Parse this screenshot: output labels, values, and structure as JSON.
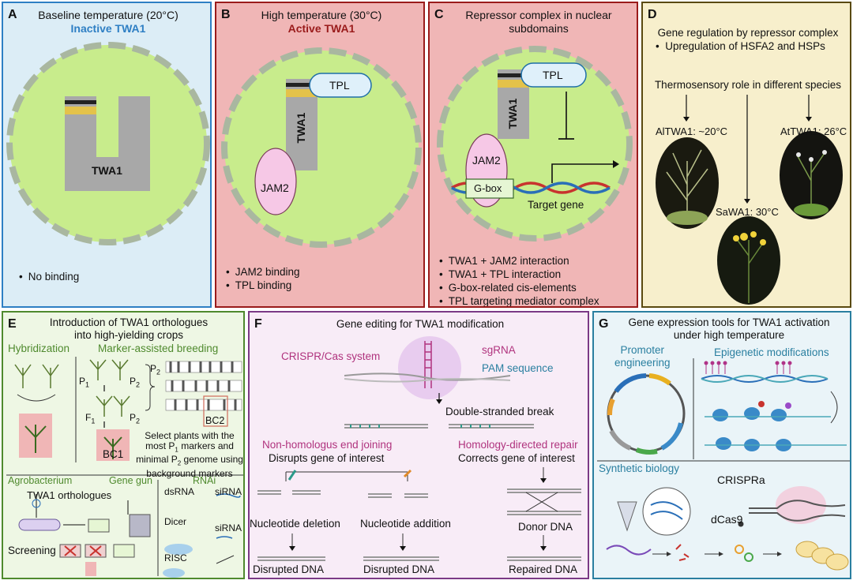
{
  "panelA": {
    "label": "A",
    "title": "Baseline temperature (20°C)",
    "subtitle": "Inactive TWA1",
    "protein": "TWA1",
    "bullets": [
      "No binding"
    ]
  },
  "panelB": {
    "label": "B",
    "title": "High temperature (30°C)",
    "subtitle": "Active TWA1",
    "protein": "TWA1",
    "tpl": "TPL",
    "jam2": "JAM2",
    "bullets": [
      "JAM2 binding",
      "TPL binding"
    ]
  },
  "panelC": {
    "label": "C",
    "title_line1": "Repressor complex in nuclear",
    "title_line2": "subdomains",
    "protein": "TWA1",
    "tpl": "TPL",
    "jam2": "JAM2",
    "gbox": "G-box",
    "target": "Target gene",
    "bullets": [
      "TWA1 + JAM2 interaction",
      "TWA1 + TPL interaction",
      "G-box-related cis-elements",
      "TPL targeting mediator complex"
    ]
  },
  "panelD": {
    "label": "D",
    "title": "Gene regulation by repressor complex",
    "bullet": "Upregulation of HSFA2 and HSPs",
    "sub": "Thermosensory role in different species",
    "left": "AlTWA1: ~20°C",
    "right": "AtTWA1: 26°C",
    "bottom": "SaWA1: 30°C"
  },
  "panelE": {
    "label": "E",
    "title_line1": "Introduction of TWA1 orthologues",
    "title_line2": "into high-yielding crops",
    "hybrid": "Hybridization",
    "mab": "Marker-assisted breeding",
    "p1": "P",
    "p2": "P",
    "f1": "F",
    "bc1": "BC1",
    "bc2": "BC2",
    "select_line1": "Select plants with the",
    "select_line2": "most P",
    "select_line2b": " markers and",
    "select_line3": "minimal P",
    "select_line3b": " genome using",
    "select_line4": "background markers",
    "agro": "Agrobacterium",
    "gun": "Gene gun",
    "rnai": "RNAi",
    "orth": "TWA1 orthologues",
    "dsrna": "dsRNA",
    "sirna1": "siRNA",
    "dicer": "Dicer",
    "sirna2": "siRNA",
    "risc": "RISC",
    "screening": "Screening"
  },
  "panelF": {
    "label": "F",
    "title": "Gene editing for TWA1 modification",
    "crispr": "CRISPR/Cas system",
    "sgrna": "sgRNA",
    "pam": "PAM sequence",
    "dsb": "Double-stranded break",
    "nhej": "Non-homologus end joining",
    "nhej_sub": "Disrupts gene of interest",
    "hdr": "Homology-directed repair",
    "hdr_sub": "Corrects gene of interest",
    "del": "Nucleotide deletion",
    "add": "Nucleotide addition",
    "donor": "Donor DNA",
    "dis1": "Disrupted DNA",
    "dis2": "Disrupted DNA",
    "rep": "Repaired DNA"
  },
  "panelG": {
    "label": "G",
    "title_line1": "Gene expression tools for TWA1 activation",
    "title_line2": "under high temperature",
    "promoter_line1": "Promoter",
    "promoter_line2": "engineering",
    "epi": "Epigenetic modifications",
    "synbio": "Synthetic biology",
    "crispra": "CRISPRa",
    "dcas9": "dCas9"
  },
  "colors": {
    "panelA_bg": "#dcedf6",
    "panelA_border": "#2e7fc4",
    "panelRed_bg": "#f0b6b6",
    "panelRed_border": "#9a1b1b",
    "panelD_bg": "#f7efcc",
    "panelD_border": "#5a4a10",
    "panelE_bg": "#eef7e4",
    "panelE_border": "#4f8a2e",
    "panelF_bg": "#f8ecf7",
    "panelF_border": "#7b3a86",
    "panelG_bg": "#eaf4f8",
    "panelG_border": "#2a7fa0",
    "nucleus": "#c8ec8c",
    "twa1": "#a8a8a8",
    "jam2": "#f6c8e6",
    "tpl": "#dff0fa"
  }
}
